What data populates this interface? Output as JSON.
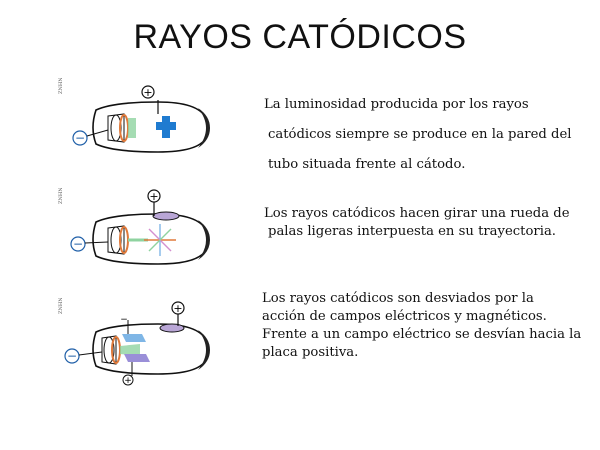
{
  "title": "RAYOS CATÓDICOS",
  "items": [
    {
      "lines": [
        "La luminosidad producida por los rayos",
        "catódicos siempre se produce en la pared del",
        "tubo situada frente al cátodo."
      ],
      "anode_sign": "+",
      "cathode_sign": "−"
    },
    {
      "lines": [
        "Los rayos catódicos hacen girar una rueda de",
        "palas ligeras interpuesta en su trayectoria."
      ],
      "anode_sign": "+",
      "cathode_sign": "−"
    },
    {
      "lines": [
        "Los rayos catódicos son desviados por la",
        "acción de campos eléctricos y magnéticos.",
        "Frente a un campo eléctrico se desvían hacia la",
        "placa positiva."
      ],
      "anode_sign": "+",
      "cathode_sign": "−",
      "plate_pos_sign": "+",
      "plate_neg_sign": "−"
    }
  ],
  "colors": {
    "cross": "#1f7bd0",
    "cathode_ring": "#e07a3b",
    "glow": "#8fd3a0",
    "anode_plate": "#b9a6d6",
    "deflect_plate_top": "#7fb6e6",
    "deflect_plate_bottom": "#9a8fd8"
  }
}
